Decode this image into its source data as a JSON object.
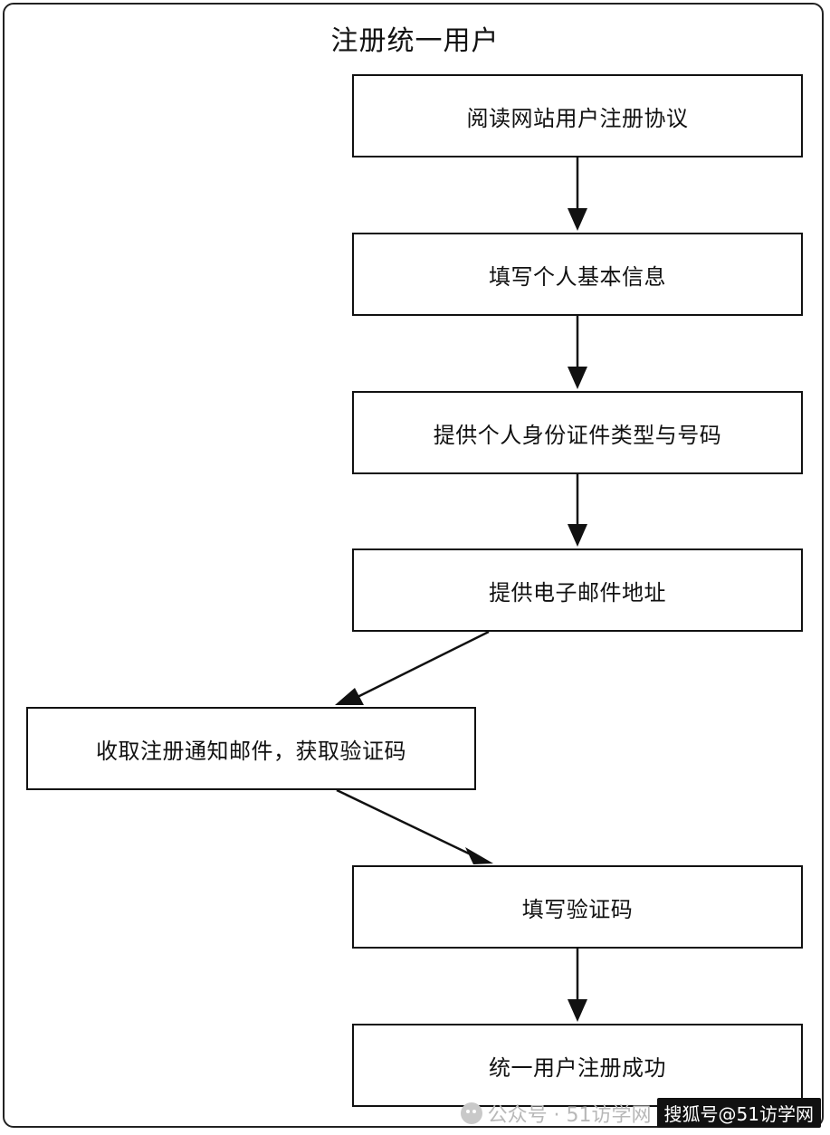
{
  "title": "注册统一用户",
  "steps": [
    "阅读网站用户注册协议",
    "填写个人基本信息",
    "提供个人身份证件类型与号码",
    "提供电子邮件地址",
    "收取注册通知邮件，获取验证码",
    "填写验证码",
    "统一用户注册成功"
  ],
  "watermark": {
    "account": "公众号 · 51访学网",
    "sohu": "搜狐号@51访学网"
  }
}
